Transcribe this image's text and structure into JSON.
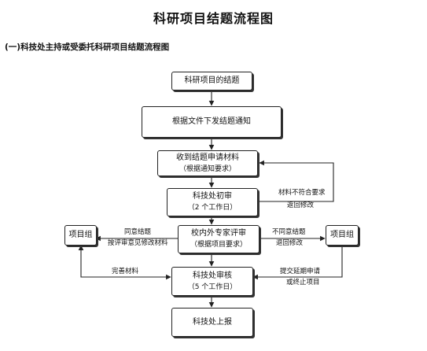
{
  "title": "科研项目结题流程图",
  "subtitle": "(一)科技处主持或受委托科研项目结题流程图",
  "nodes": {
    "start": {
      "label": "科研项目的结题"
    },
    "notify": {
      "label": "根据文件下发结题通知"
    },
    "receive": {
      "label": "收到结题申请材料",
      "sub": "（根据通知要求）"
    },
    "initial_review": {
      "label": "科技处初审",
      "sub": "（2 个工作日）"
    },
    "expert_review": {
      "label": "校内外专家评审",
      "sub": "（根据项目要求）"
    },
    "final_review": {
      "label": "科技处审核",
      "sub": "（5 个工作日）"
    },
    "report": {
      "label": "科技处上报"
    },
    "group_left": {
      "label": "项目组"
    },
    "group_right": {
      "label": "项目组"
    }
  },
  "edge_labels": {
    "nonconform_1": "材料不符合要求",
    "nonconform_2": "返回修改",
    "agree_1": "同意结题",
    "agree_2": "按评审意见修改材料",
    "disagree_1": "不同意结题",
    "disagree_2": "退回修改",
    "supplement": "完善材料",
    "extend_1": "提交延期申请",
    "extend_2": "或终止项目"
  }
}
